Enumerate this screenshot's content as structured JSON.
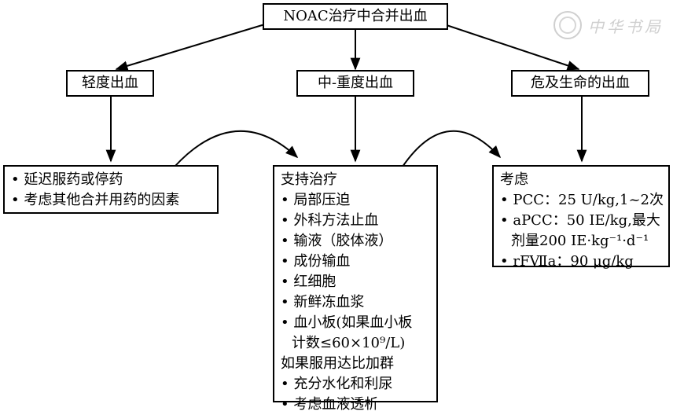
{
  "root": {
    "label": "NOAC治疗中合并出血"
  },
  "categories": {
    "mild": "轻度出血",
    "moderate": "中-重度出血",
    "life_threatening": "危及生命的出血"
  },
  "mild_box": {
    "items": [
      "• 延迟服药或停药",
      "• 考虑其他合并用药的因素"
    ]
  },
  "moderate_box": {
    "heading": "支持治疗",
    "items_a": [
      "• 局部压迫",
      "• 外科方法止血",
      "• 输液（胶体液）",
      "• 成份输血",
      "• 红细胞",
      "• 新鲜冻血浆",
      "• 血小板(如果血小板"
    ],
    "platelet_cont": "计数≤60×10⁹/L)",
    "dabigatran_heading": "如果服用达比加群",
    "items_b": [
      "• 充分水化和利尿",
      "• 考虑血液透析"
    ]
  },
  "life_box": {
    "heading": "考虑",
    "pcc": "• PCC：25 U/kg,1~2次",
    "apcc": "• aPCC：50 IE/kg,最大",
    "apcc_cont": "剂量200 IE·kg⁻¹·d⁻¹",
    "rf7a": "• rFⅦa：90 μg/kg"
  },
  "watermark": {
    "text": "中华书局"
  }
}
